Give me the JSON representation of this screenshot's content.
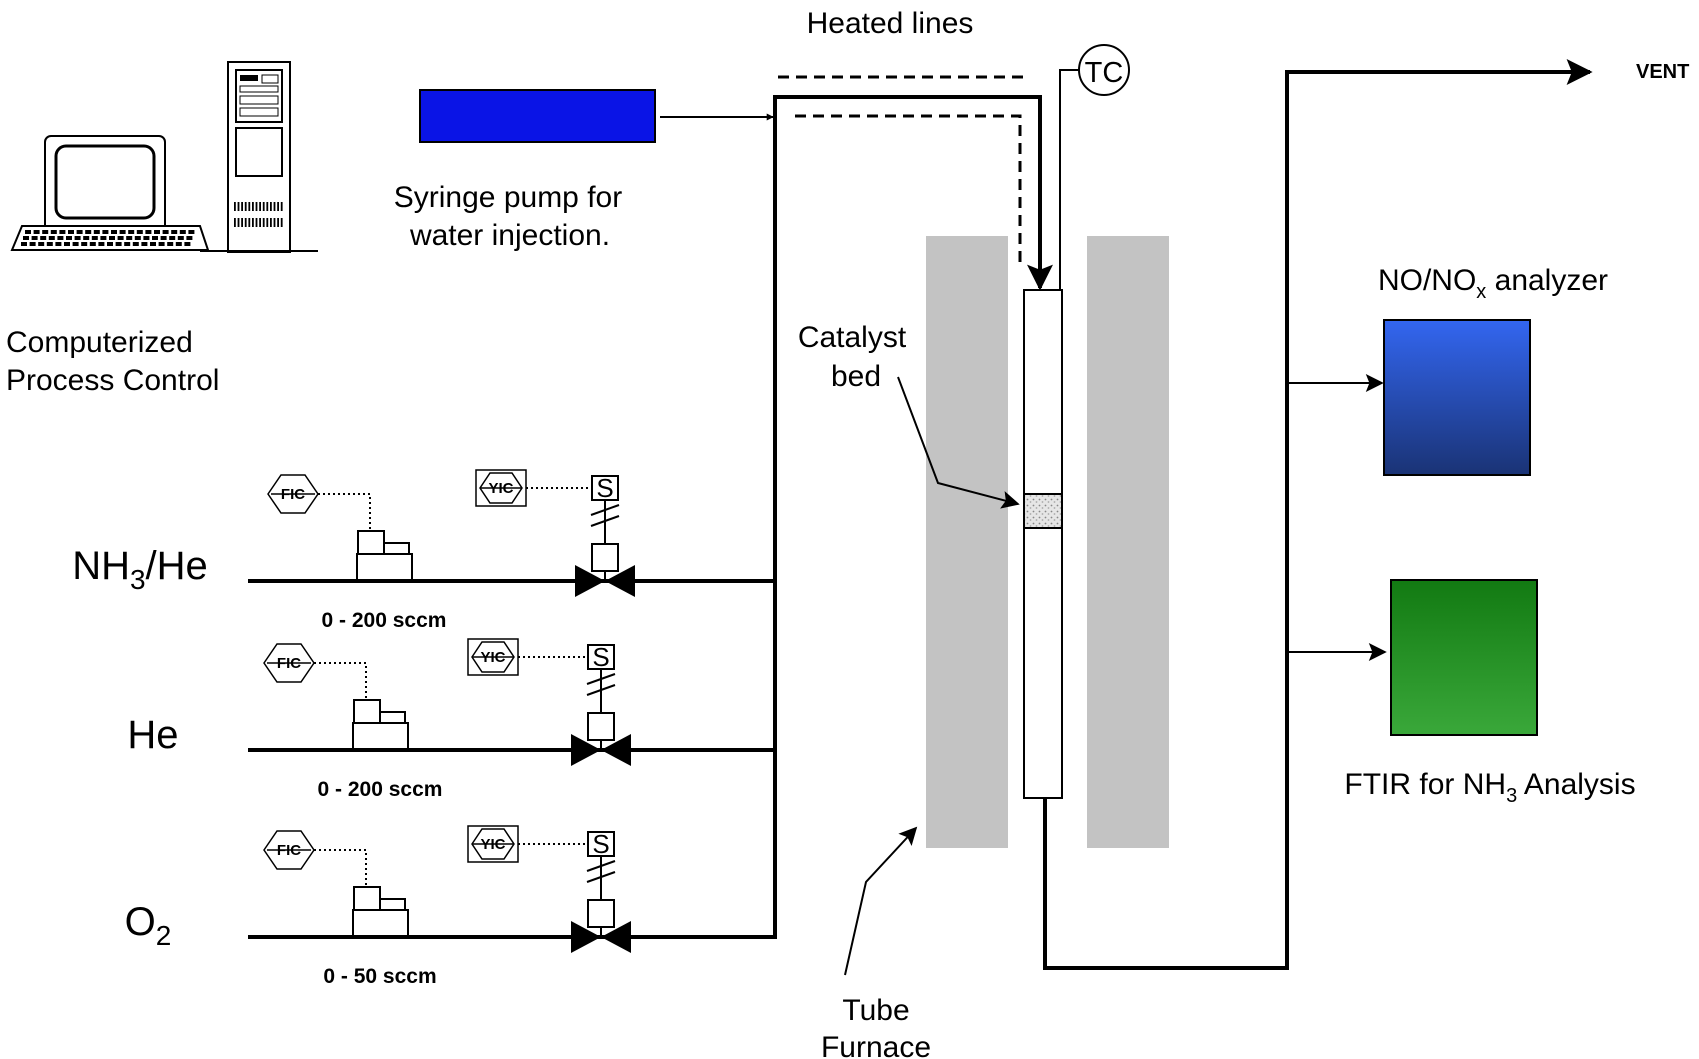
{
  "labels": {
    "computer": [
      "Computerized",
      "Process Control"
    ],
    "syringe": [
      "Syringe pump for",
      "water injection."
    ],
    "heated_lines": "Heated lines",
    "thermocouple": "TC",
    "vent": "VENT",
    "catalyst": [
      "Catalyst",
      "bed"
    ],
    "furnace": [
      "Tube",
      "Furnace"
    ],
    "nox_analyzer": {
      "pre": "NO/NO",
      "sub": "x",
      "post": " analyzer"
    },
    "ftir": {
      "pre": "FTIR for NH",
      "sub": "3",
      "post": " Analysis"
    }
  },
  "gas_lines": [
    {
      "gas": {
        "pre": "NH",
        "sub": "3",
        "post": "/He"
      },
      "range": "0 - 200 sccm",
      "fic": "FIC",
      "yic": "YIC",
      "solenoid": "S"
    },
    {
      "gas": {
        "pre": "He",
        "sub": "",
        "post": ""
      },
      "range": "0 - 200 sccm",
      "fic": "FIC",
      "yic": "YIC",
      "solenoid": "S"
    },
    {
      "gas": {
        "pre": "O",
        "sub": "2",
        "post": ""
      },
      "range": "0 - 50 sccm",
      "fic": "FIC",
      "yic": "YIC",
      "solenoid": "S"
    }
  ],
  "colors": {
    "syringe_pump": "#0a14e6",
    "furnace": "#c3c3c3",
    "nox_top": "#3366f0",
    "nox_bottom": "#1a3375",
    "ftir_top": "#127a12",
    "ftir_bottom": "#3aa83a"
  }
}
